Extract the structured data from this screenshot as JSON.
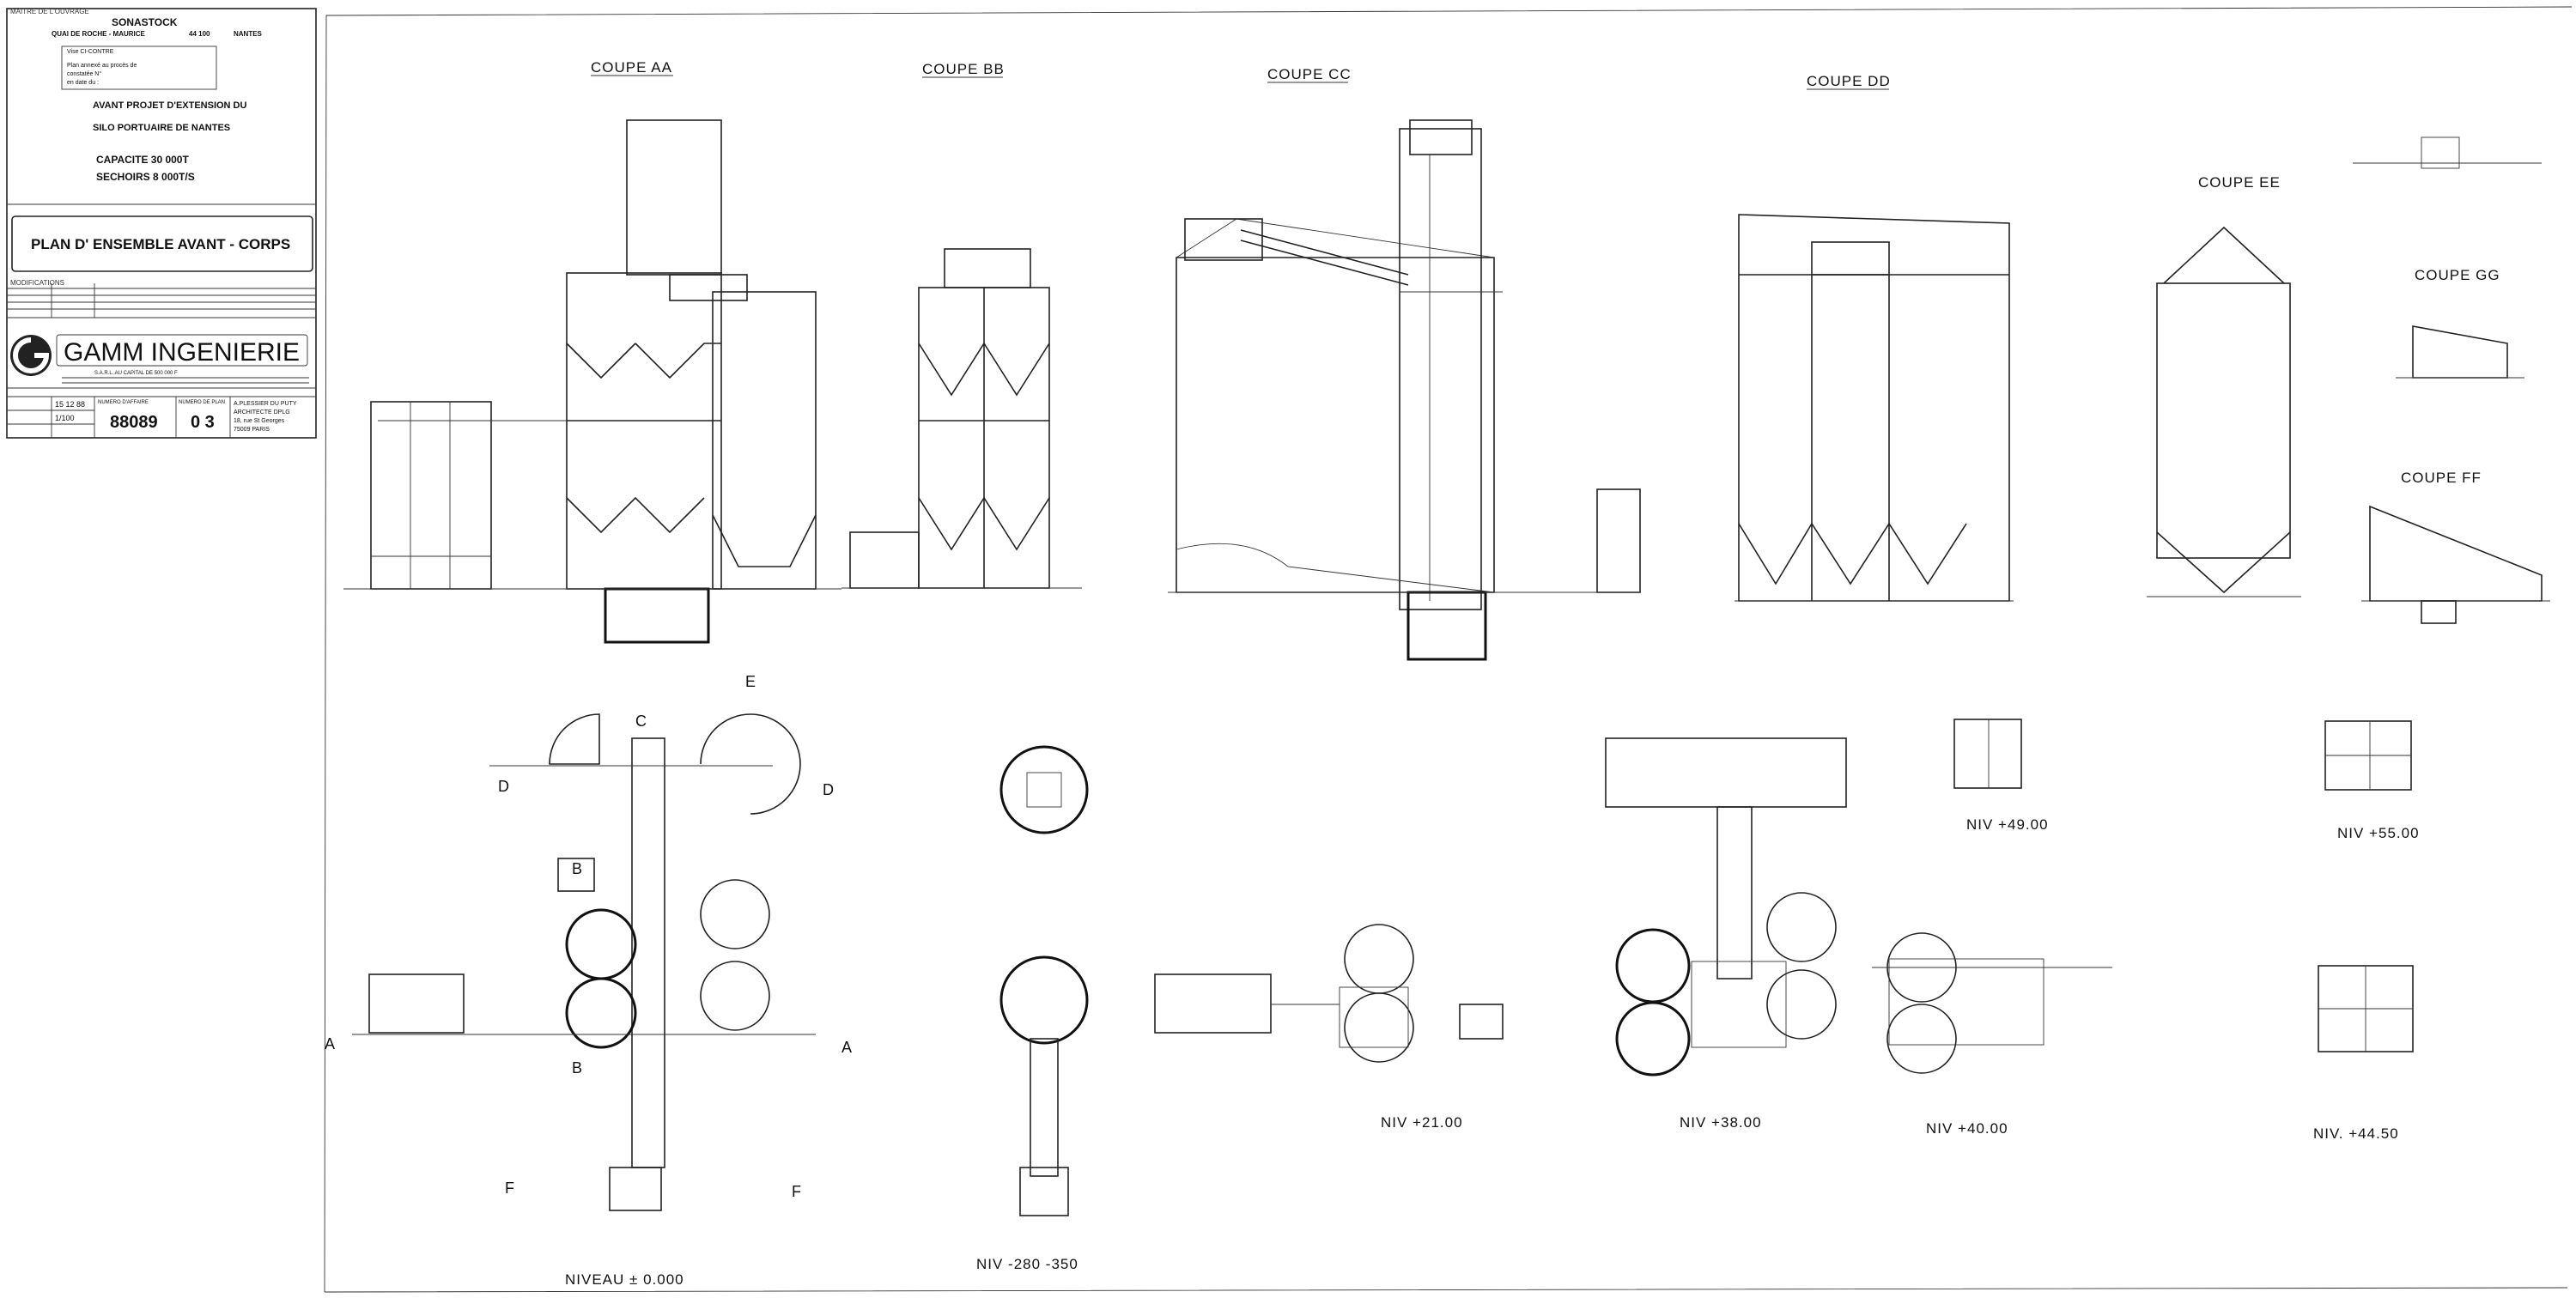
{
  "titleblock": {
    "owner_caption": "MAITRE DE L'OUVRAGE",
    "owner": "SONASTOCK",
    "address": "QUAI DE ROCHE - MAURICE",
    "postcode": "44 100",
    "city": "NANTES",
    "stamp_title": "Vise CI-CONTRE",
    "stamp_line1": "Plan annexé au procès de",
    "stamp_line2": "constatée N°",
    "stamp_line3": "en date du :",
    "project_line1": "AVANT PROJET D'EXTENSION DU",
    "project_line2": "SILO PORTUAIRE DE NANTES",
    "capacity": "CAPACITE  30 000T",
    "sechoirs": "SECHOIRS  8 000T/S",
    "plan_title": "PLAN  D' ENSEMBLE   AVANT - CORPS",
    "modifications_caption": "MODIFICATIONS",
    "company": "GAMM INGENIERIE",
    "company_address": "S.A.R.L. AU CAPITAL DE 500 000 F",
    "drawing_number": "88089",
    "sheet": "0 3",
    "drawing_number_caption": "NUMERO D'AFFAIRE",
    "sheet_caption": "NUMERO DE PLAN",
    "date": "15 12 88",
    "scale": "1/100",
    "architect_line1": "A.PLESSIER DU PUTY",
    "architect_line2": "ARCHITECTE DPLG",
    "architect_line3": "18, rue St Georges",
    "architect_line4": "75009 PARIS"
  },
  "sections": {
    "aa": "COUPE AA",
    "bb": "COUPE BB",
    "cc": "COUPE CC",
    "dd": "COUPE DD",
    "ee": "COUPE EE",
    "gg": "COUPE GG",
    "ff": "COUPE FF"
  },
  "plans": {
    "niveau0": "NIVEAU ± 0.000",
    "niv280": "NIV -280 -350",
    "niv2100": "NIV +21.00",
    "niv3800": "NIV +38.00",
    "niv4000": "NIV +40.00",
    "niv4450": "NIV. +44.50",
    "niv4900": "NIV +49.00",
    "niv5500": "NIV +55.00"
  },
  "section_markers": {
    "a": "A",
    "b": "B",
    "c": "C",
    "d": "D",
    "e": "E",
    "f": "F"
  }
}
